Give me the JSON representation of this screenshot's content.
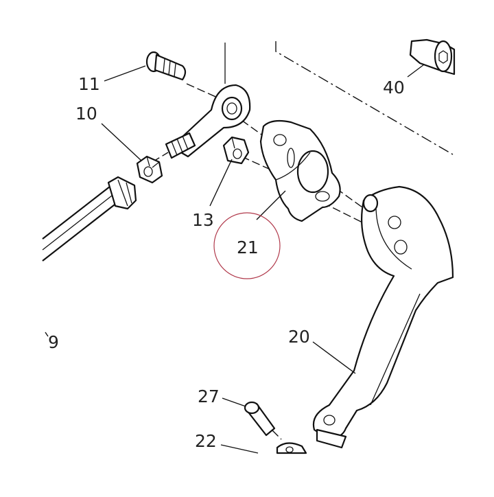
{
  "diagram": {
    "labels": {
      "p11": "11",
      "p10": "10",
      "p13": "13",
      "p21": "21",
      "p40": "40",
      "p9": "9",
      "p20": "20",
      "p27": "27",
      "p22": "22"
    },
    "highlight": {
      "target": "21",
      "color": "#b0384a"
    }
  }
}
